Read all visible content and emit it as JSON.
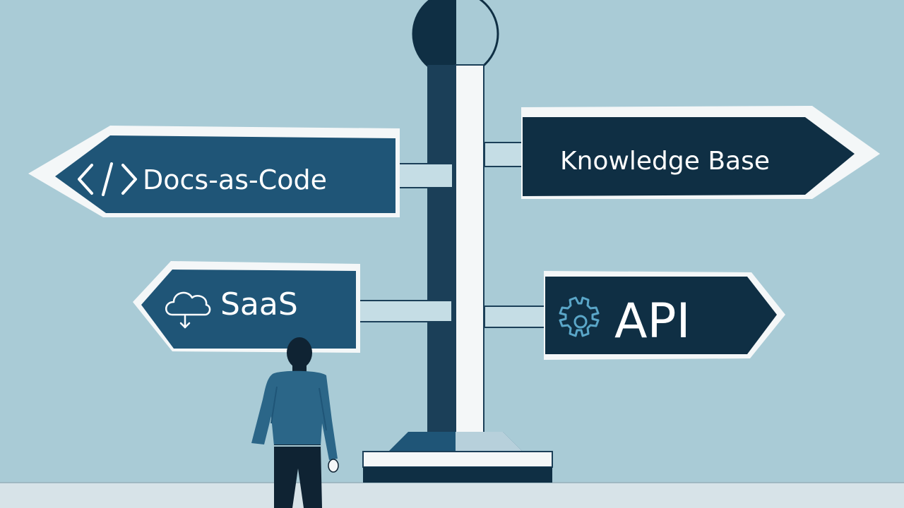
{
  "signs": {
    "docs_as_code": {
      "label": "Docs-as-Code",
      "icon": "code-brackets-icon"
    },
    "knowledge_base": {
      "label": "Knowledge Base"
    },
    "saas": {
      "label": "SaaS",
      "icon": "cloud-icon"
    },
    "api": {
      "label": "API",
      "icon": "gear-icon"
    }
  },
  "colors": {
    "background": "#a9cbd6",
    "sign_blue": "#1f5577",
    "sign_navy": "#0f2f44",
    "post_light": "#f4f7f8",
    "post_dark": "#1b3f58",
    "ground": "#d7e3e8",
    "person_shirt": "#2b6688",
    "person_pants": "#0f2333"
  }
}
